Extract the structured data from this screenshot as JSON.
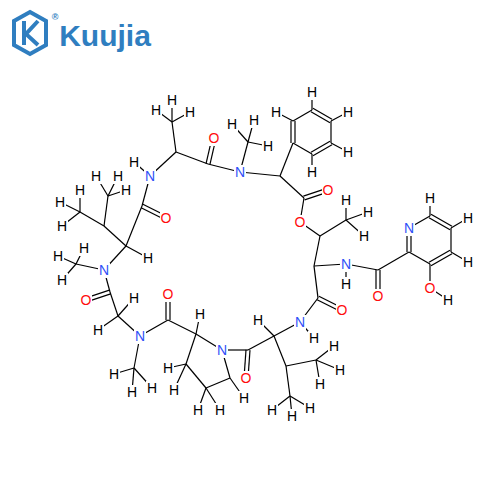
{
  "diagram": {
    "labels": [
      "Kuujia",
      "®",
      "H",
      "H",
      "H",
      "O",
      "N",
      "H",
      "H",
      "H",
      "H",
      "H",
      "H",
      "H",
      "H",
      "O",
      "O",
      "H",
      "H",
      "H",
      "N",
      "H",
      "O",
      "N",
      "H",
      "H",
      "H",
      "O",
      "H",
      "O",
      "N",
      "H",
      "H",
      "H",
      "H",
      "H",
      "H",
      "H",
      "H",
      "O",
      "N",
      "H",
      "H",
      "H",
      "H",
      "H",
      "H",
      "O",
      "N",
      "H",
      "H",
      "H",
      "H",
      "H",
      "O",
      "N",
      "H",
      "H",
      "H",
      "H",
      "H",
      "H",
      "H",
      "H",
      "H",
      "H",
      "O",
      "N",
      "H"
    ]
  }
}
